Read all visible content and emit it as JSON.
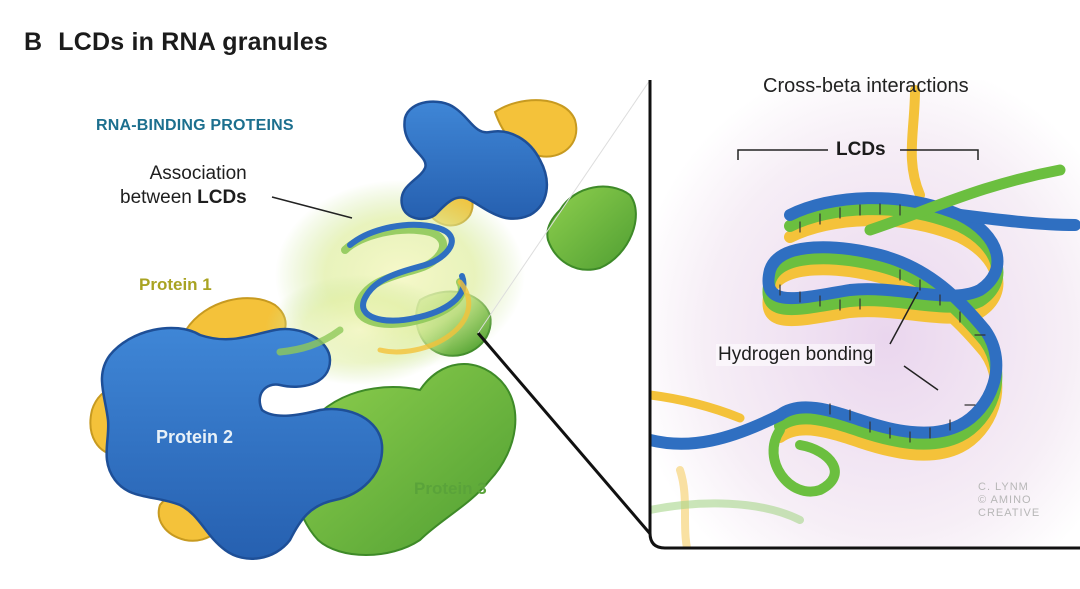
{
  "title": {
    "letter": "B",
    "text": "LCDs in RNA granules"
  },
  "labels": {
    "rna_binding_proteins": "RNA-BINDING PROTEINS",
    "association_line1": "Association",
    "association_line2_prefix": "between ",
    "association_line2_bold": "LCDs",
    "protein1": "Protein 1",
    "protein2": "Protein 2",
    "protein3": "Protein 3",
    "cross_beta": "Cross-beta interactions",
    "lcds": "LCDs",
    "hydrogen_bonding": "Hydrogen bonding"
  },
  "credit": {
    "line1": "C. LYNM",
    "line2": "© AMINO",
    "line3": "CREATIVE"
  },
  "colors": {
    "blue": "#2f6fc1",
    "blue_dark": "#1e4f97",
    "green": "#6bbf3f",
    "green_dark": "#3f8f2a",
    "yellow": "#f4c23a",
    "teal_text": "#1c6f8e",
    "glow": "#e8f0a8",
    "panel_bg": "#f3e8f3"
  }
}
